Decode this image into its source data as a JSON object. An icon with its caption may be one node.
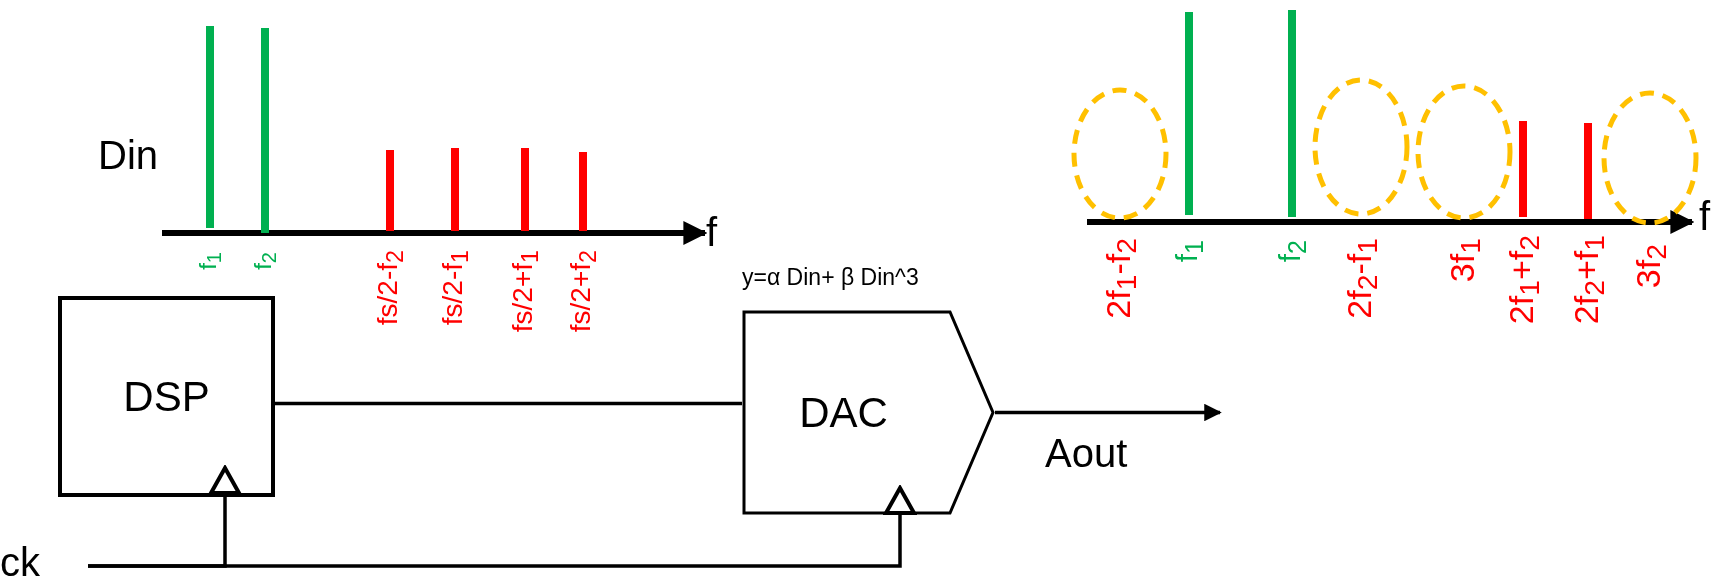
{
  "diagram": {
    "nodes": [
      {
        "text": [
          "DSP"
        ]
      },
      {
        "text": [
          "DAC"
        ],
        "beside": [
          "y=α Din+ β Din^3"
        ]
      },
      {
        "text": [
          "ck"
        ]
      }
    ],
    "edges": [
      {
        "from": 0,
        "to": 1,
        "arrow": "none"
      },
      {
        "from": 2,
        "to": 0,
        "arrow": "none"
      },
      {
        "from": 2,
        "to": 1,
        "arrow": "none"
      },
      {
        "from": 1,
        "to": null,
        "arrow": "to",
        "label": "Aout"
      }
    ],
    "labels": [
      "Din",
      "f",
      "f$_{1}$",
      "f$_{2}$",
      "fs/2-f$_{2}$",
      "fs/2-f$_{1}$",
      "fs/2+f$_{1}$",
      "fs/2+f$_{2}$",
      "f",
      "2f$_{1}$-f$_{2}$",
      "f$_{1}$",
      "f$_{2}$",
      "2f$_{2}$-f$_{1}$",
      "3f$_{1}$",
      "2f$_{1}$+f$_{2}$",
      "2f$_{2}$+f$_{1}$",
      "3f$_{2}$"
    ]
  }
}
